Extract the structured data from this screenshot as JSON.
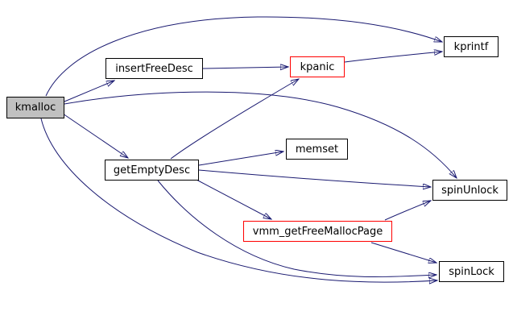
{
  "diagram": {
    "type": "call-graph",
    "colors": {
      "background": "#ffffff",
      "edge": "#191970",
      "node_border": "#000000",
      "node_fill": "#ffffff",
      "highlight_border": "#ff0000",
      "root_fill": "#c0c0c0",
      "text": "#000000"
    },
    "nodes": [
      {
        "id": "kmalloc",
        "label": "kmalloc",
        "style": "root"
      },
      {
        "id": "insertFreeDesc",
        "label": "insertFreeDesc",
        "style": "normal"
      },
      {
        "id": "kpanic",
        "label": "kpanic",
        "style": "highlight"
      },
      {
        "id": "kprintf",
        "label": "kprintf",
        "style": "normal"
      },
      {
        "id": "memset",
        "label": "memset",
        "style": "normal"
      },
      {
        "id": "getEmptyDesc",
        "label": "getEmptyDesc",
        "style": "normal"
      },
      {
        "id": "spinUnlock",
        "label": "spinUnlock",
        "style": "normal"
      },
      {
        "id": "vmm_getFreeMallocPage",
        "label": "vmm_getFreeMallocPage",
        "style": "highlight"
      },
      {
        "id": "spinLock",
        "label": "spinLock",
        "style": "normal"
      }
    ],
    "edges": [
      {
        "from": "kmalloc",
        "to": "kprintf"
      },
      {
        "from": "kmalloc",
        "to": "insertFreeDesc"
      },
      {
        "from": "kmalloc",
        "to": "getEmptyDesc"
      },
      {
        "from": "kmalloc",
        "to": "spinUnlock"
      },
      {
        "from": "kmalloc",
        "to": "spinLock"
      },
      {
        "from": "insertFreeDesc",
        "to": "kpanic"
      },
      {
        "from": "kpanic",
        "to": "kprintf"
      },
      {
        "from": "getEmptyDesc",
        "to": "memset"
      },
      {
        "from": "getEmptyDesc",
        "to": "kpanic"
      },
      {
        "from": "getEmptyDesc",
        "to": "spinUnlock"
      },
      {
        "from": "getEmptyDesc",
        "to": "vmm_getFreeMallocPage"
      },
      {
        "from": "getEmptyDesc",
        "to": "spinLock"
      },
      {
        "from": "vmm_getFreeMallocPage",
        "to": "spinUnlock"
      },
      {
        "from": "vmm_getFreeMallocPage",
        "to": "spinLock"
      }
    ]
  }
}
